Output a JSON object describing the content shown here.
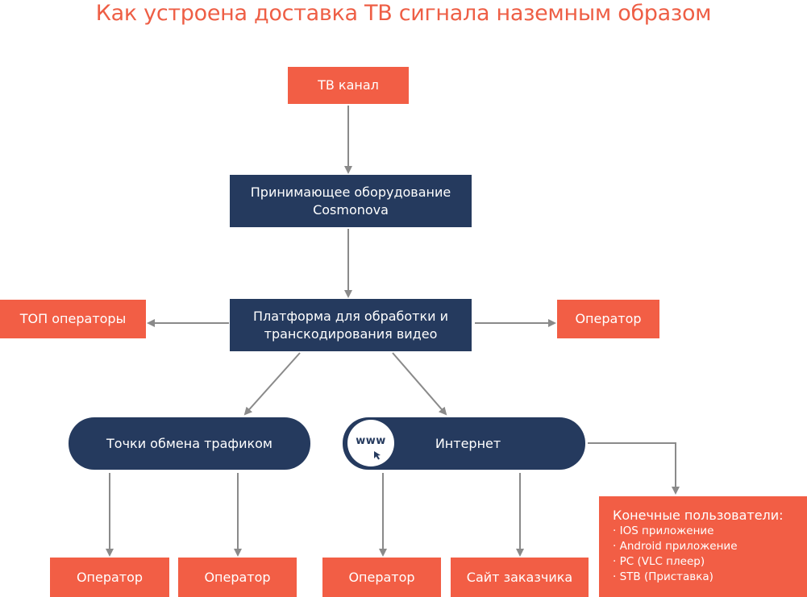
{
  "title": "Как устроена доставка ТВ сигнала наземным образом",
  "nodes": {
    "tv_channel": "ТВ канал",
    "receiver": [
      "Принимающее оборудование",
      "Cosmonova"
    ],
    "platform": [
      "Платформа для обработки и",
      "транскодирования видео"
    ],
    "top_operators": "ТОП операторы",
    "operator_right": "Оператор",
    "exchange_points": "Точки обмена трафиком",
    "internet": "Интернет",
    "www": "www",
    "operator_1": "Оператор",
    "operator_2": "Оператор",
    "operator_3": "Оператор",
    "customer_site": "Сайт заказчика",
    "end_users": {
      "heading": "Конечные пользователи:",
      "items": [
        "· IOS приложение",
        "· Android приложение",
        "· PC (VLC плеер)",
        "· STB (Приставка)"
      ]
    }
  },
  "colors": {
    "orange": "#f25e45",
    "navy": "#253a5e",
    "arrow": "#8a8a8a",
    "title": "#ee5e45"
  }
}
